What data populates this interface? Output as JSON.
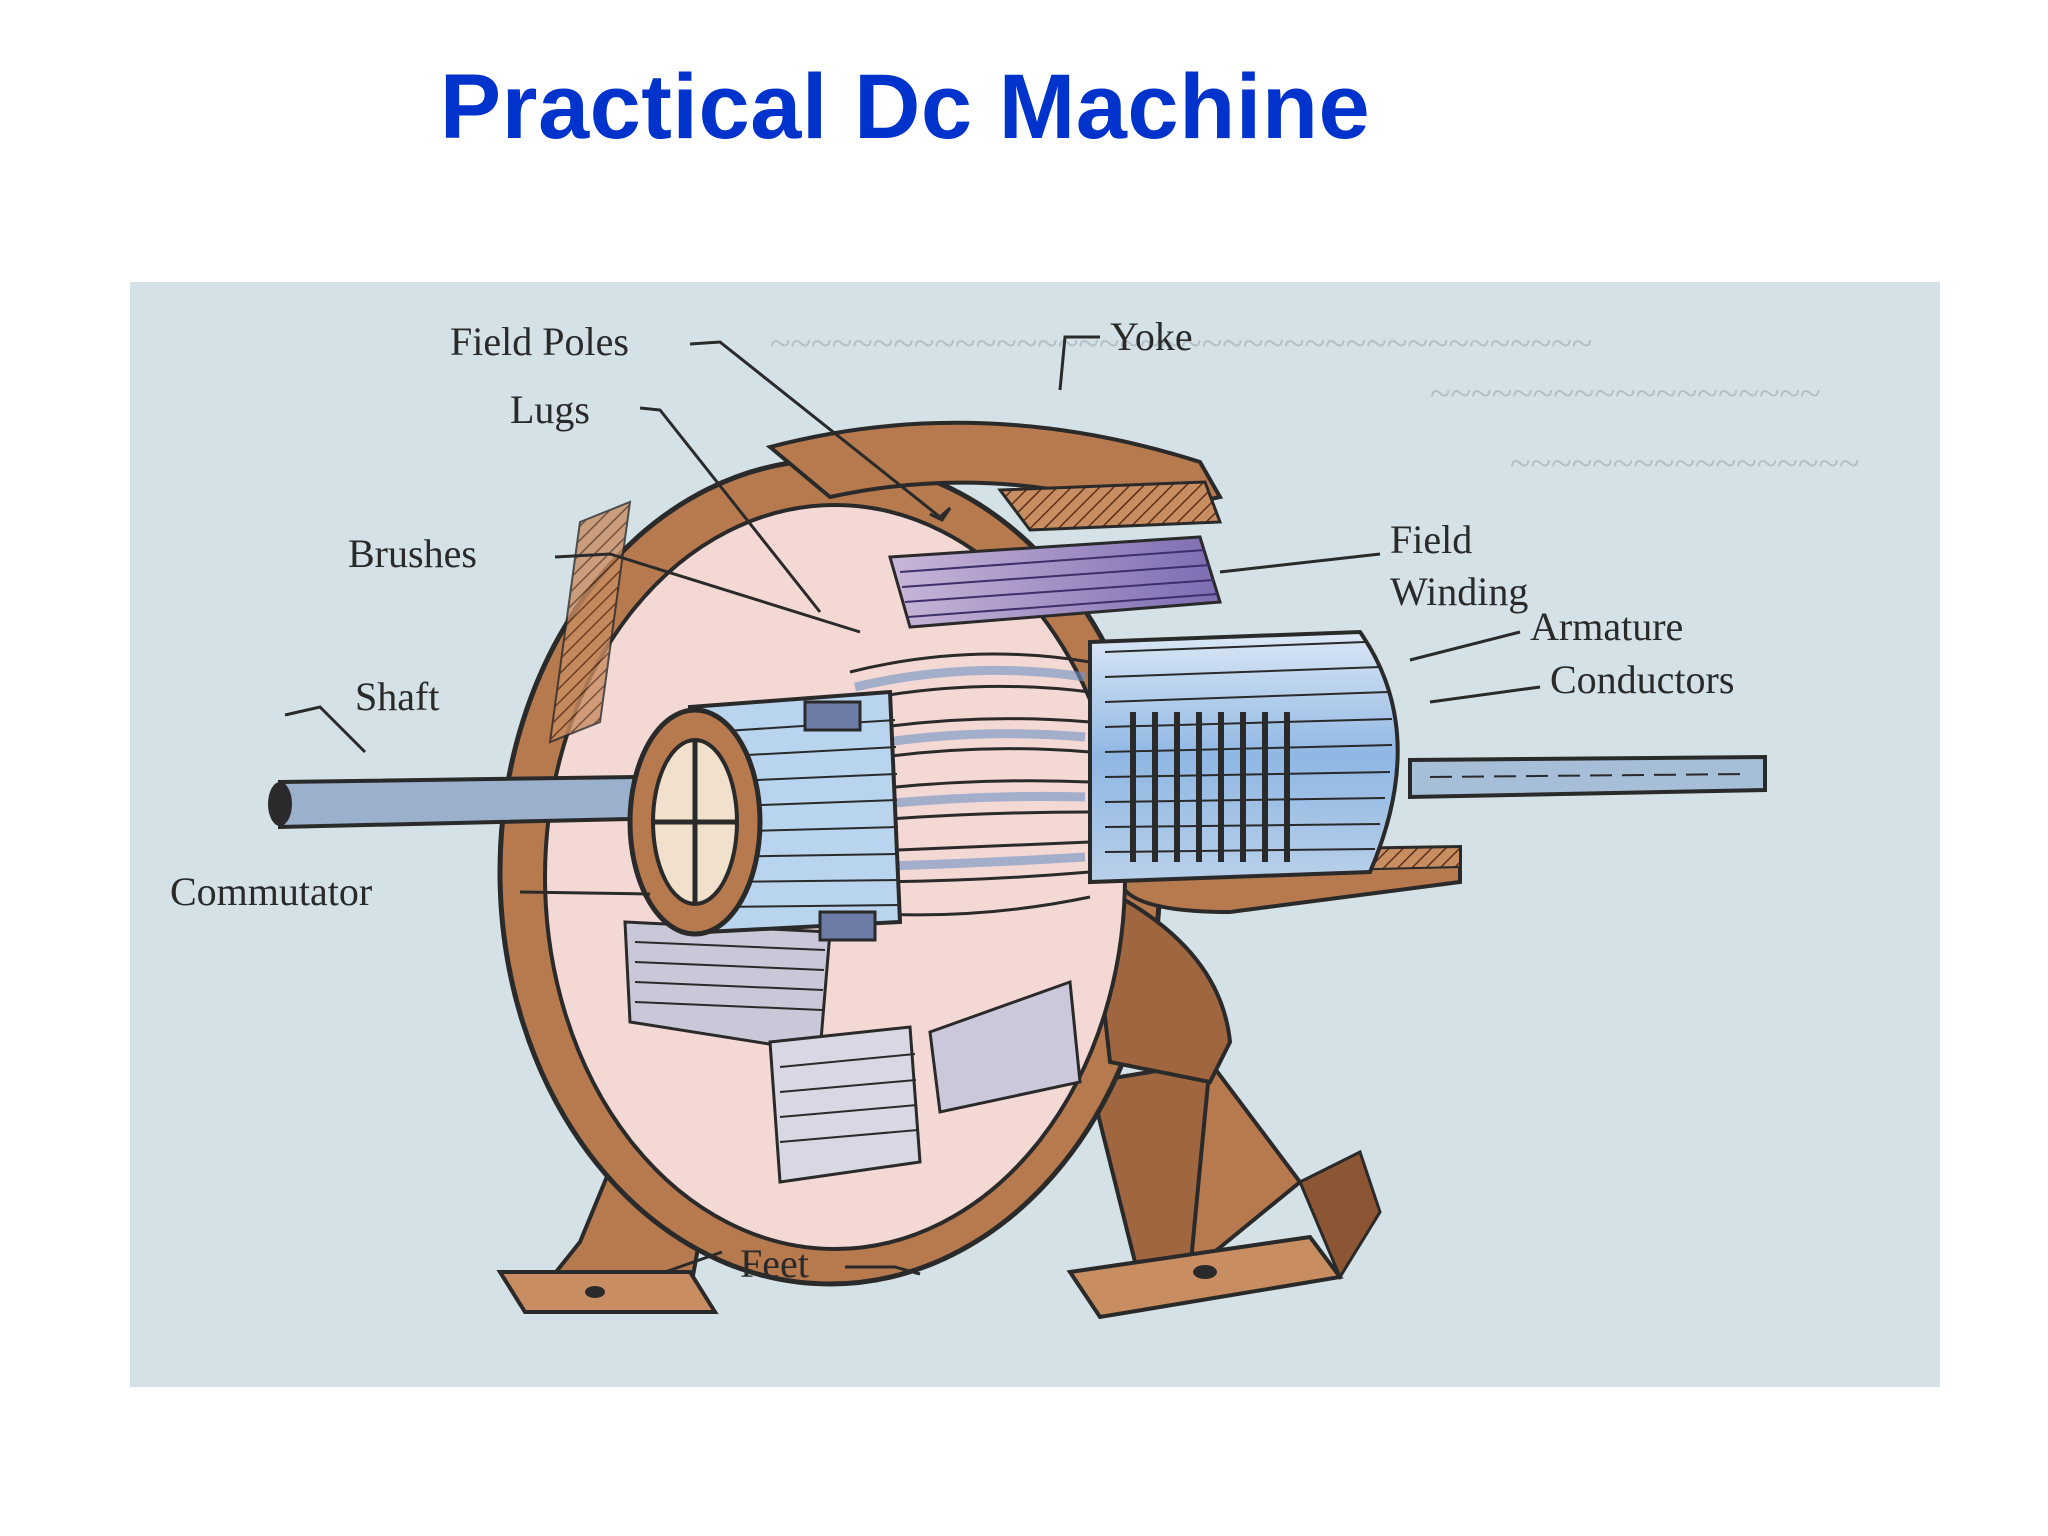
{
  "slide": {
    "title": "Practical Dc Machine"
  },
  "figure": {
    "labels": {
      "field_poles": "Field Poles",
      "yoke": "Yoke",
      "lugs": "Lugs",
      "brushes": "Brushes",
      "field_winding_1": "Field",
      "field_winding_2": "Winding",
      "armature_1": "Armature",
      "armature_2": "Conductors",
      "shaft": "Shaft",
      "commutator": "Commutator",
      "feet": "Feet"
    },
    "colors": {
      "title": "#0033cc",
      "background": "#d4e1e6",
      "frame": "#b77a4f",
      "frame_dark": "#6e3f22",
      "interior": "#f4d8d4",
      "pole": "#8f7fbc",
      "armature": "#9fc3e8",
      "line": "#2a2a2a"
    }
  }
}
